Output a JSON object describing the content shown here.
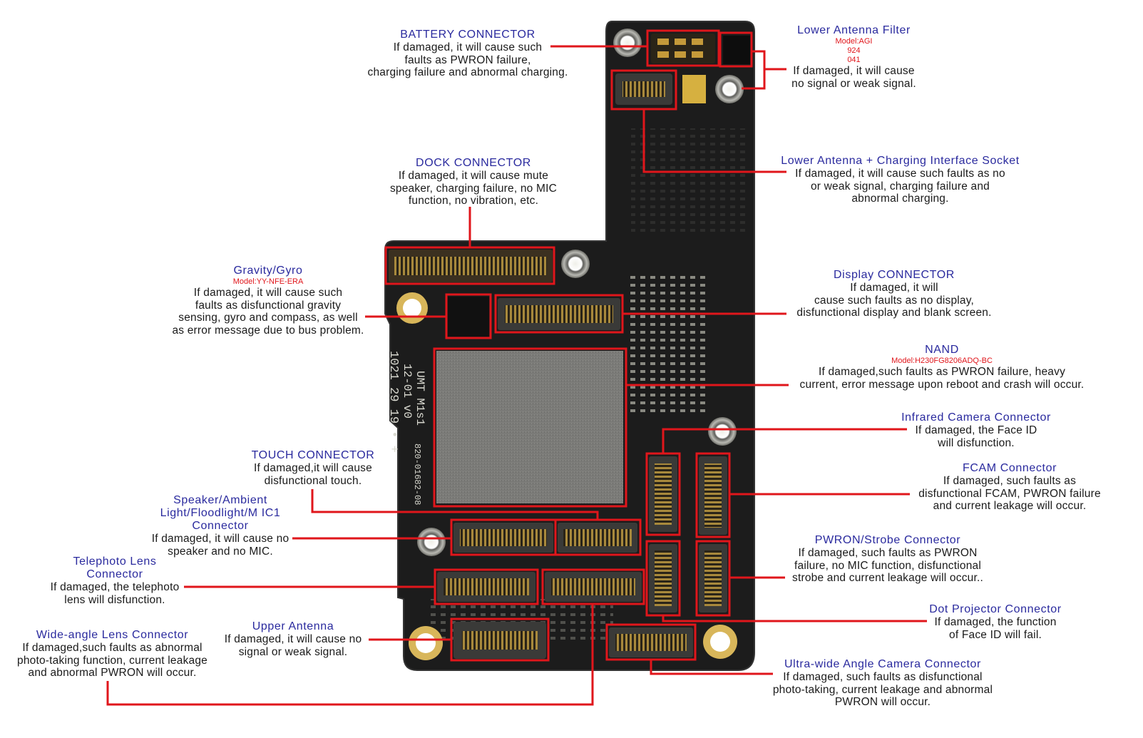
{
  "palette": {
    "board": "#1b1b1b",
    "board_edge": "#2c2c2c",
    "callout_line": "#e0161b",
    "title": "#2a2a9e",
    "model": "#e0161b",
    "text": "#1a1a1a",
    "gold": "#c9a24a"
  },
  "board_markings": {
    "line1": "UMT M1s1",
    "line2": "12-01 v0",
    "line3": "1021 29 19 • +",
    "part": "820-01682-08"
  },
  "callouts": {
    "battery": {
      "title": "BATTERY  CONNECTOR",
      "desc": "If damaged, it will cause such\nfaults as PWRON failure,\ncharging failure and abnormal charging."
    },
    "lower_antenna_filter": {
      "title": "Lower Antenna Filter",
      "model": "Model:AGI\n924\n041",
      "desc": "If damaged, it will cause\nno signal or weak signal."
    },
    "lower_antenna_charging": {
      "title": "Lower Antenna + Charging Interface Socket",
      "desc": "If damaged, it will cause such faults as no\nor weak signal, charging failure and\nabnormal charging."
    },
    "dock": {
      "title": "DOCK CONNECTOR",
      "desc": "If damaged, it will cause mute\nspeaker, charging failure, no MIC\nfunction, no vibration, etc."
    },
    "gravity": {
      "title": "Gravity/Gyro",
      "model": "Model:YY-NFE-ERA",
      "desc": "If damaged, it will cause such\nfaults as disfunctional gravity\nsensing, gyro and compass, as well\nas error message due to bus problem."
    },
    "display": {
      "title": "Display  CONNECTOR",
      "desc": "If damaged, it will\ncause such faults as no display,\ndisfunctional display and blank screen."
    },
    "nand": {
      "title": "NAND",
      "model": "Model:H230FG8206ADQ-BC",
      "desc": "If damaged,such faults as PWRON failure, heavy\ncurrent, error message upon reboot and crash will occur."
    },
    "infrared": {
      "title": "Infrared Camera Connector",
      "desc": "If damaged, the Face ID\nwill disfunction."
    },
    "fcam": {
      "title": "FCAM Connector",
      "desc": "If damaged, such faults as\ndisfunctional FCAM, PWRON failure\nand current leakage will occur."
    },
    "touch": {
      "title": "TOUCH  CONNECTOR",
      "desc": "If damaged,it will cause\ndisfunctional touch."
    },
    "speaker": {
      "title": "Speaker/Ambient\nLight/Floodlight/M IC1\nConnector",
      "desc": "If damaged, it will cause no\nspeaker and no MIC."
    },
    "pwron": {
      "title": "PWRON/Strobe Connector",
      "desc": "If damaged, such faults as PWRON\nfailure, no MIC function, disfunctional\nstrobe and current leakage will occur.."
    },
    "telephoto": {
      "title": "Telephoto Lens\nConnector",
      "desc": "If damaged, the telephoto\nlens will disfunction."
    },
    "dot_projector": {
      "title": "Dot Projector Connector",
      "desc": "If damaged, the function\nof Face ID will fail."
    },
    "upper_antenna": {
      "title": "Upper Antenna",
      "desc": "If damaged, it will cause no\nsignal or weak signal."
    },
    "wide_angle": {
      "title": "Wide-angle Lens Connector",
      "desc": "If damaged,such faults as abnormal\nphoto-taking function, current leakage\nand abnormal PWRON will occur."
    },
    "ultra_wide": {
      "title": "Ultra-wide Angle Camera Connector",
      "desc": "If damaged, such faults as disfunctional\nphoto-taking, current leakage and abnormal\nPWRON will occur."
    }
  }
}
